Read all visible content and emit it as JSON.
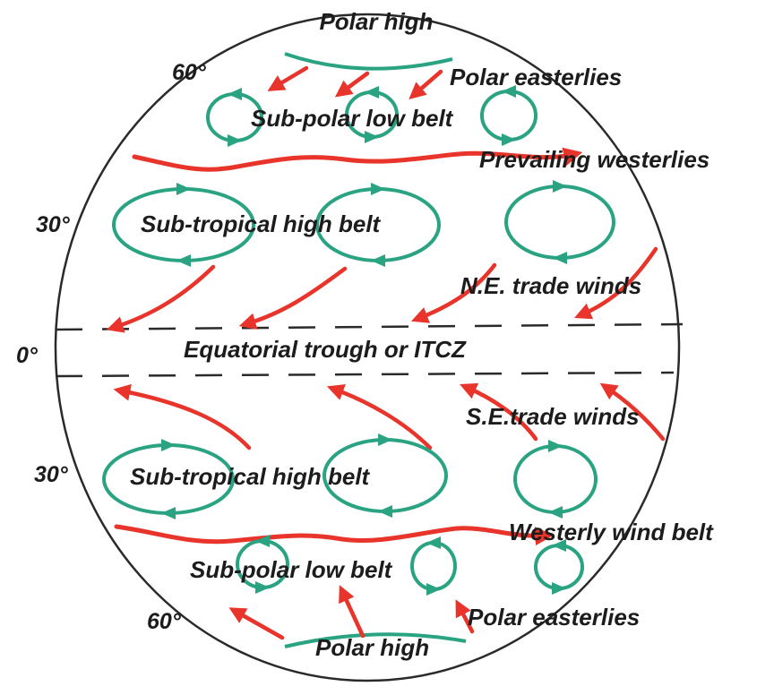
{
  "colors": {
    "wind_arrow": "#e8342a",
    "pressure_cell": "#2aa383",
    "outline": "#2a2a2a",
    "text": "#1c1c1c"
  },
  "labels": {
    "polar_high_top": "Polar high",
    "polar_easterlies_top": "Polar easterlies",
    "subpolar_low_top": "Sub-polar low belt",
    "prevailing_westerlies": "Prevailing westerlies",
    "subtropical_high_top": "Sub-tropical high belt",
    "ne_trade_winds": "N.E. trade winds",
    "equatorial_trough": "Equatorial trough or ITCZ",
    "se_trade_winds": "S.E.trade winds",
    "subtropical_high_bottom": "Sub-tropical high belt",
    "westerly_wind_belt": "Westerly wind belt",
    "subpolar_low_bottom": "Sub-polar low belt",
    "polar_easterlies_bottom": "Polar easterlies",
    "polar_high_bottom": "Polar high"
  },
  "latitudes": {
    "north_60": "60°",
    "north_30": "30°",
    "equator": "0°",
    "south_30": "30°",
    "south_60": "60°"
  }
}
